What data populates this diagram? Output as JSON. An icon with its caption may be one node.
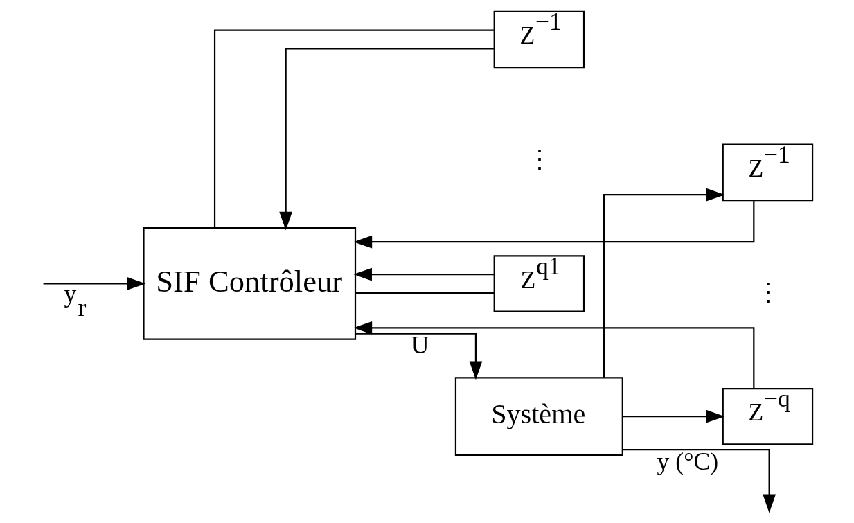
{
  "diagram": {
    "nodes": [
      {
        "text": [
          "SIF Contrôleur"
        ]
      },
      {
        "text": [
          "Z$^{−1}$"
        ]
      },
      {
        "text": [
          "Z$^{q1}$"
        ]
      },
      {
        "text": [
          "Système"
        ]
      },
      {
        "text": [
          "Z$^{−1}$"
        ]
      },
      {
        "text": [
          "Z$^{−q}$"
        ]
      }
    ],
    "edges": [
      {
        "from": null,
        "to": 0,
        "arrow": "to",
        "label": "y$_{r}$"
      },
      {
        "from": 0,
        "to": 3,
        "arrow": "to",
        "label": "U"
      },
      {
        "from": 0,
        "to": 1,
        "arrow": "none"
      },
      {
        "from": 1,
        "to": 0,
        "arrow": "to"
      },
      {
        "from": 0,
        "to": 2,
        "arrow": "none"
      },
      {
        "from": 2,
        "to": 0,
        "arrow": "to"
      },
      {
        "from": 3,
        "to": null,
        "arrow": "to",
        "label": "y (°C)"
      },
      {
        "from": 3,
        "to": 4,
        "arrow": "to"
      },
      {
        "from": 4,
        "to": 0,
        "arrow": "to"
      },
      {
        "from": 3,
        "to": 5,
        "arrow": "to"
      },
      {
        "from": 5,
        "to": 0,
        "arrow": "to"
      }
    ],
    "labels": [
      "⋮",
      "⋮"
    ]
  }
}
